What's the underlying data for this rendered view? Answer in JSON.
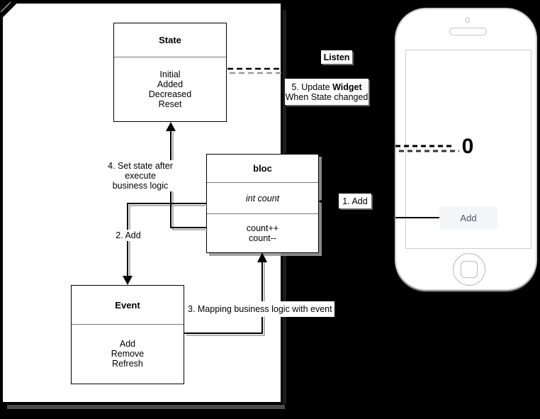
{
  "boxes": {
    "state": {
      "title": "State",
      "items": [
        "Initial",
        "Added",
        "Decreased",
        "Reset"
      ]
    },
    "bloc": {
      "title": "bloc",
      "field": "int count",
      "body": [
        "count++",
        "count--"
      ]
    },
    "event": {
      "title": "Event",
      "items": [
        "Add",
        "Remove",
        "Refresh"
      ]
    }
  },
  "labels": {
    "listen": "Listen",
    "step5_prefix": "5. Update ",
    "step5_bold": "Widget",
    "step5_line2": "When State changed",
    "step1": "1. Add",
    "step2": "2. Add",
    "step3": "3. Mapping business logic  with event",
    "step4_line1": "4. Set state after execute",
    "step4_line2": "business logic"
  },
  "phone": {
    "counter_value": "0",
    "add_button_label": "Add"
  },
  "colors": {
    "background": "#000000",
    "container_fill": "#ffffff",
    "line": "#000000",
    "line_shadow": "#b3b3b3",
    "phone_border": "#cccccc",
    "button_bg": "#f4f5f7",
    "button_text": "#4a5563"
  }
}
